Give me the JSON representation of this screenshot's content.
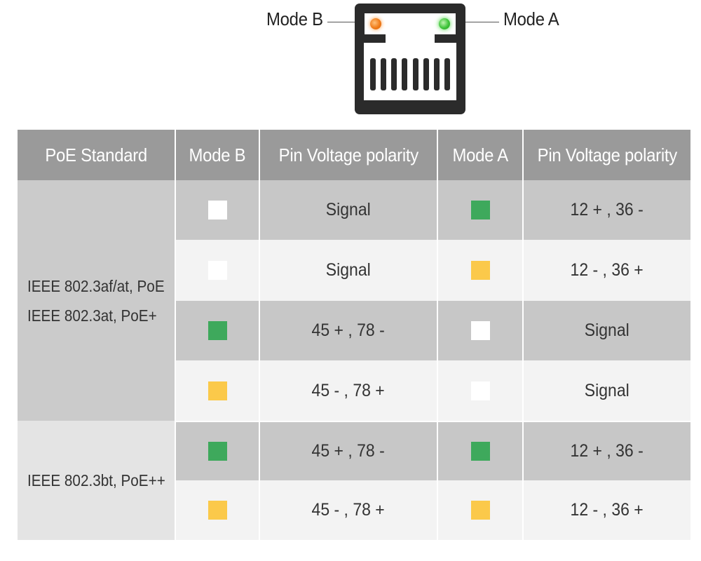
{
  "diagram": {
    "mode_b_label": "Mode B",
    "mode_a_label": "Mode A",
    "led_colors": {
      "mode_b": "#f07c19",
      "mode_a": "#3fc43a"
    }
  },
  "table": {
    "headers": [
      "PoE Standard",
      "Mode B",
      "Pin Voltage polarity",
      "Mode A",
      "Pin Voltage polarity"
    ],
    "colors": {
      "white": "#ffffff",
      "green": "#3ea95c",
      "yellow": "#fbc94a",
      "header_bg": "#9a9a9a"
    },
    "groups": [
      {
        "standard_lines": [
          "IEEE 802.3af/at, PoE",
          "IEEE 802.3at, PoE+"
        ]
      },
      {
        "standard_lines": [
          "IEEE 802.3bt, PoE++"
        ]
      }
    ],
    "rows": [
      {
        "mode_b_color": "white",
        "mode_b_polarity": "Signal",
        "mode_a_color": "green",
        "mode_a_polarity": "12 + , 36 -"
      },
      {
        "mode_b_color": "white",
        "mode_b_polarity": "Signal",
        "mode_a_color": "yellow",
        "mode_a_polarity": "12 - , 36 +"
      },
      {
        "mode_b_color": "green",
        "mode_b_polarity": "45 + , 78 -",
        "mode_a_color": "white",
        "mode_a_polarity": "Signal"
      },
      {
        "mode_b_color": "yellow",
        "mode_b_polarity": "45 - , 78 +",
        "mode_a_color": "white",
        "mode_a_polarity": "Signal"
      },
      {
        "mode_b_color": "green",
        "mode_b_polarity": "45 + , 78 -",
        "mode_a_color": "green",
        "mode_a_polarity": "12 + , 36 -"
      },
      {
        "mode_b_color": "yellow",
        "mode_b_polarity": "45 - , 78 +",
        "mode_a_color": "yellow",
        "mode_a_polarity": "12 - , 36 +"
      }
    ]
  }
}
